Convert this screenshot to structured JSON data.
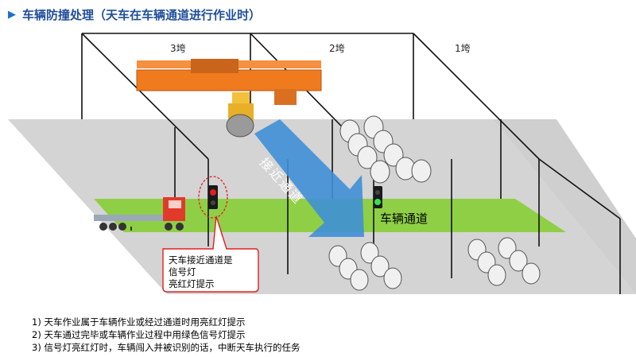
{
  "title": "车辆防撞处理（天车在车辆通道进行作业时）",
  "bays": [
    "3垮",
    "2垮",
    "1垮"
  ],
  "lane_label": "车辆通道",
  "approach_label": "接近通道",
  "callout": {
    "line1": "天车接近通道是",
    "line2": "信号灯",
    "line3": "亮红灯提示"
  },
  "notes": [
    "1) 天车作业属于车辆作业或经过通道时用亮红灯提示",
    "2) 天车通过完毕或车辆作业过程中用绿色信号灯提示",
    "3) 信号灯亮红灯时，车辆闯入并被识别的话，中断天车执行的任务"
  ],
  "colors": {
    "title": "#1f4e9a",
    "floor": "#d4d4d4",
    "lane": "#8fcf45",
    "crane": "#f07a1e",
    "arrow": "#3f8fd6",
    "callout_border": "#e02020"
  }
}
